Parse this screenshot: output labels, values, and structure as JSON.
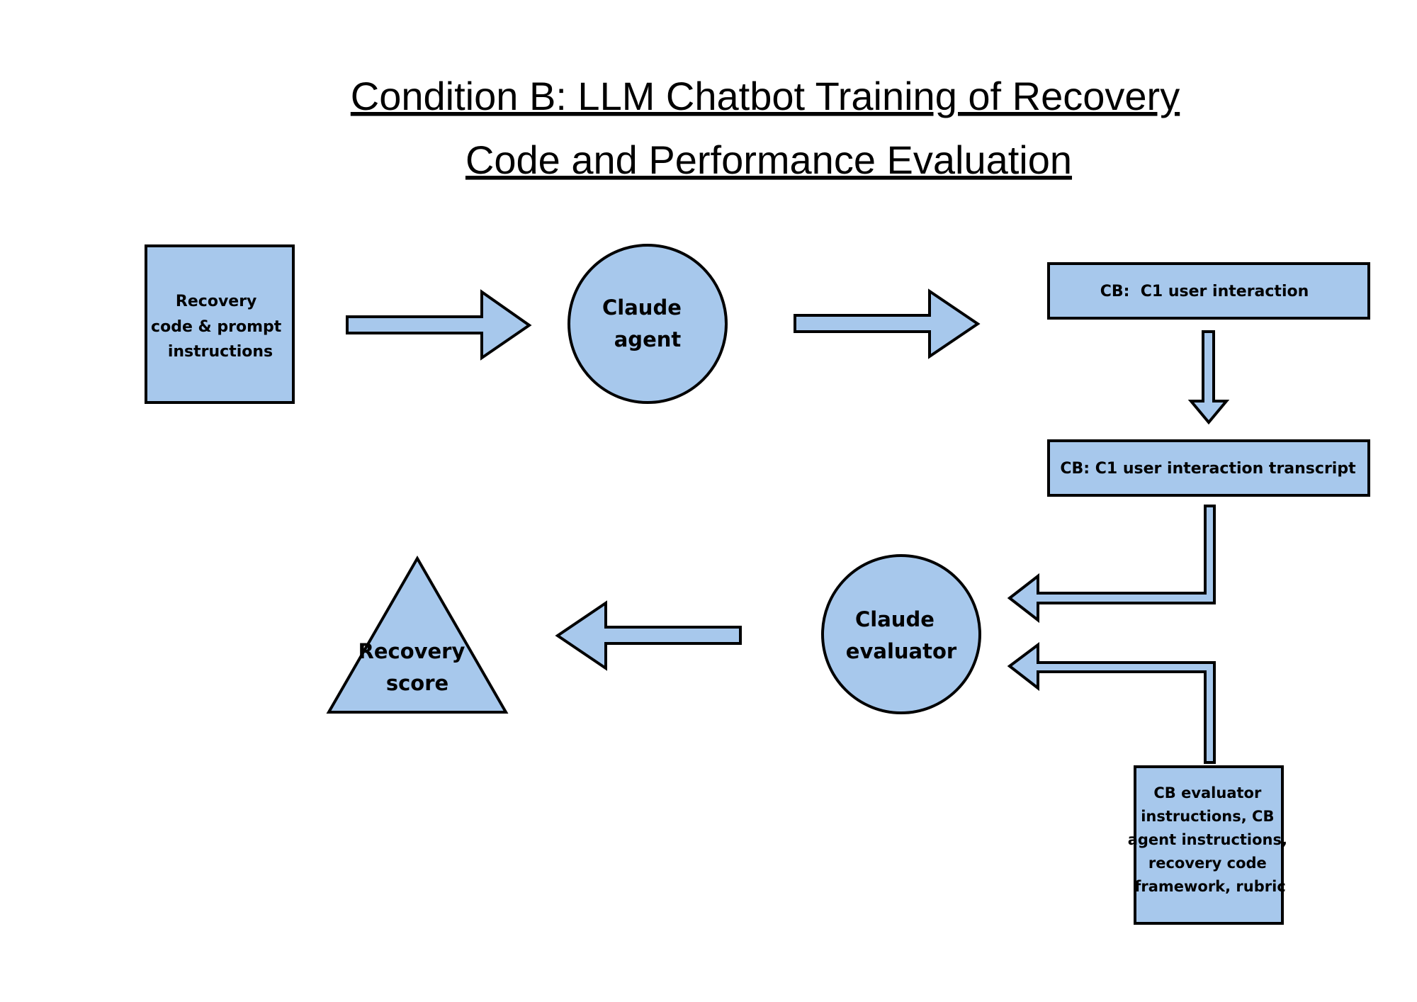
{
  "title": {
    "line1": "Condition B: LLM Chatbot Training of Recovery ",
    "line2": "Code and Performance Evaluation "
  },
  "nodes": {
    "recovery_code": {
      "lines": [
        "Recovery",
        "code & prompt",
        "instructions"
      ]
    },
    "claude_agent": {
      "lines": [
        "Claude",
        "agent"
      ]
    },
    "cb_interaction": {
      "label": "CB:  C1 user interaction"
    },
    "cb_transcript": {
      "label": "CB: C1 user interaction transcript"
    },
    "claude_evaluator": {
      "lines": [
        "Claude",
        "evaluator"
      ]
    },
    "recovery_score": {
      "lines": [
        "Recovery",
        "score"
      ]
    },
    "cb_evaluator_instructions": {
      "lines": [
        "CB evaluator",
        "instructions, CB",
        "agent instructions,",
        "recovery code",
        "framework, rubric"
      ]
    }
  },
  "colors": {
    "fill": "#a7c8ec",
    "stroke": "#000000"
  }
}
